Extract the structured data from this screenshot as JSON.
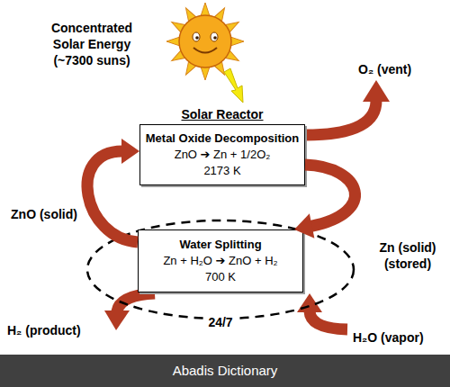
{
  "diagram": {
    "nodes": [
      {
        "text": [
          "Solar Reactor",
          "Metal Oxide Decomposition",
          "ZnO ➔ Zn + 1/2O₂",
          "2173 K"
        ]
      },
      {
        "text": [
          "24/7"
        ]
      },
      {
        "text": [
          "Water Splitting",
          "Zn + H₂O ➔ ZnO + H₂",
          "700 K"
        ],
        "in": 1
      }
    ],
    "edges": [
      {
        "from": 2,
        "to": 0,
        "arrow": "to",
        "label": "ZnO (solid)"
      },
      {
        "from": 0,
        "to": 2,
        "arrow": "to",
        "label": "Zn (solid) (stored)"
      }
    ],
    "labels": [
      "Concentrated Solar Energy (~7300 suns)",
      "O₂ (vent)",
      "H₂ (product)",
      "H₂O (vapor)",
      "Abadis Dictionary"
    ]
  }
}
